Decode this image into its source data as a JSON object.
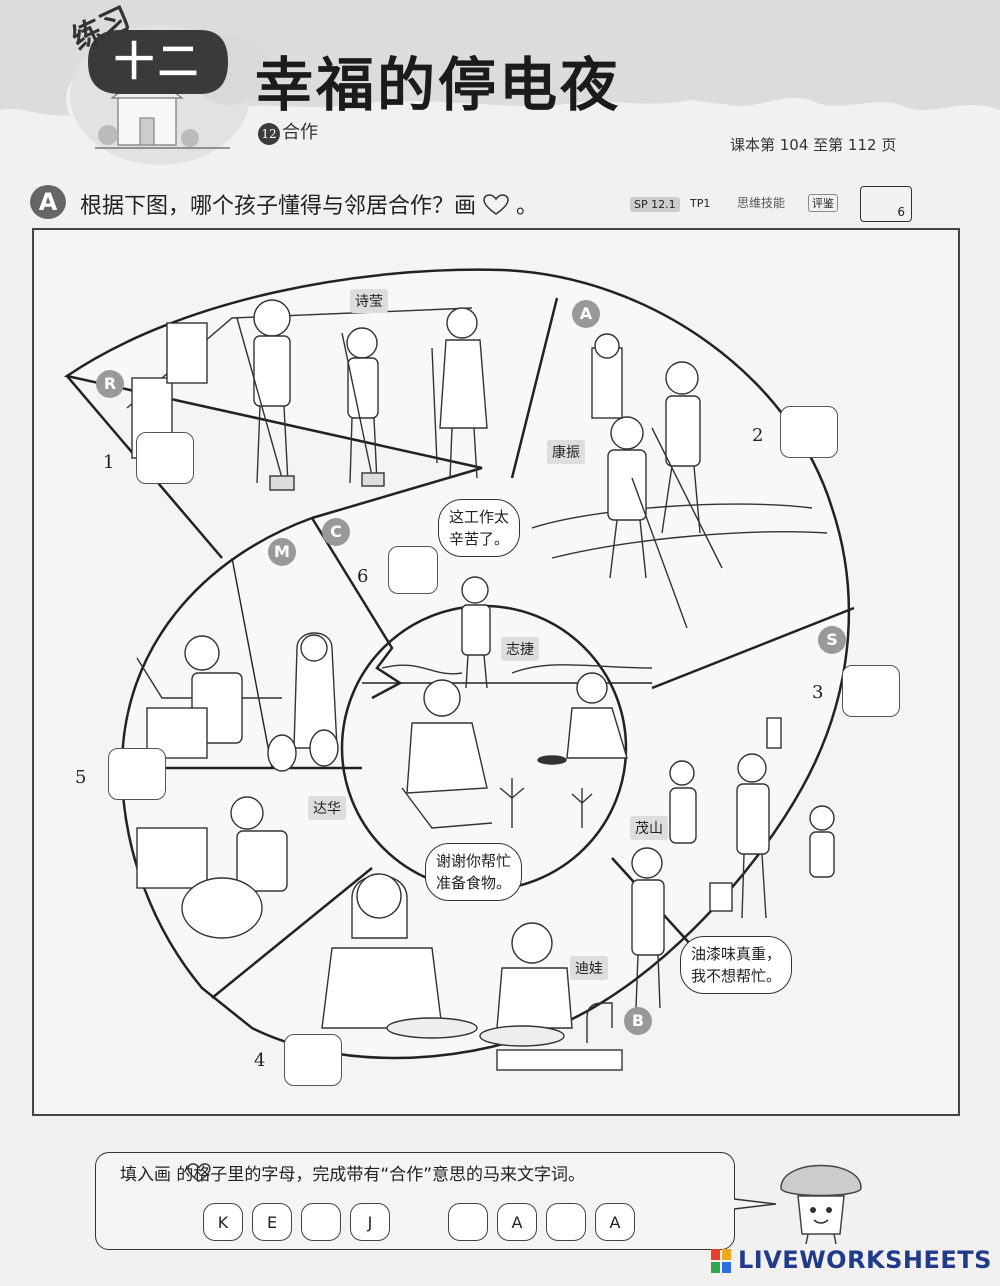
{
  "header": {
    "practice_label": "练习",
    "badge": "十二",
    "title": "幸福的停电夜",
    "lesson_number": "12",
    "lesson_title": "合作",
    "page_ref": "课本第 104 至第 112 页"
  },
  "question": {
    "letter": "A",
    "text": "根据下图，哪个孩子懂得与邻居合作？画",
    "suffix": "。",
    "sp_tag": "SP 12.1",
    "tp_tag": "TP1",
    "skill": "思维技能",
    "eval_tag": "评鉴",
    "score": "6"
  },
  "wheel": {
    "panels": [
      {
        "num": "1",
        "letter": "R",
        "name": "诗莹"
      },
      {
        "num": "2",
        "letter": "A",
        "name": "康振"
      },
      {
        "num": "3",
        "letter": "S",
        "name": "茂山",
        "speech": [
          "油漆味真重，",
          "我不想帮忙。"
        ]
      },
      {
        "num": "4",
        "letter": "B",
        "name": "迪娃",
        "speech": [
          "谢谢你帮忙",
          "准备食物。"
        ]
      },
      {
        "num": "5",
        "letter": "M",
        "name": "达华"
      },
      {
        "num": "6",
        "letter": "C",
        "name": "志捷",
        "speech": [
          "这工作太",
          "辛苦了。"
        ]
      }
    ]
  },
  "bottom": {
    "instruction": "填入画   的格子里的字母，完成带有“合作”意思的马来文字词。",
    "letters": [
      "K",
      "E",
      "",
      "J",
      "",
      "A",
      "",
      "A"
    ]
  },
  "branding": {
    "name": "LIVEWORKSHEETS"
  }
}
